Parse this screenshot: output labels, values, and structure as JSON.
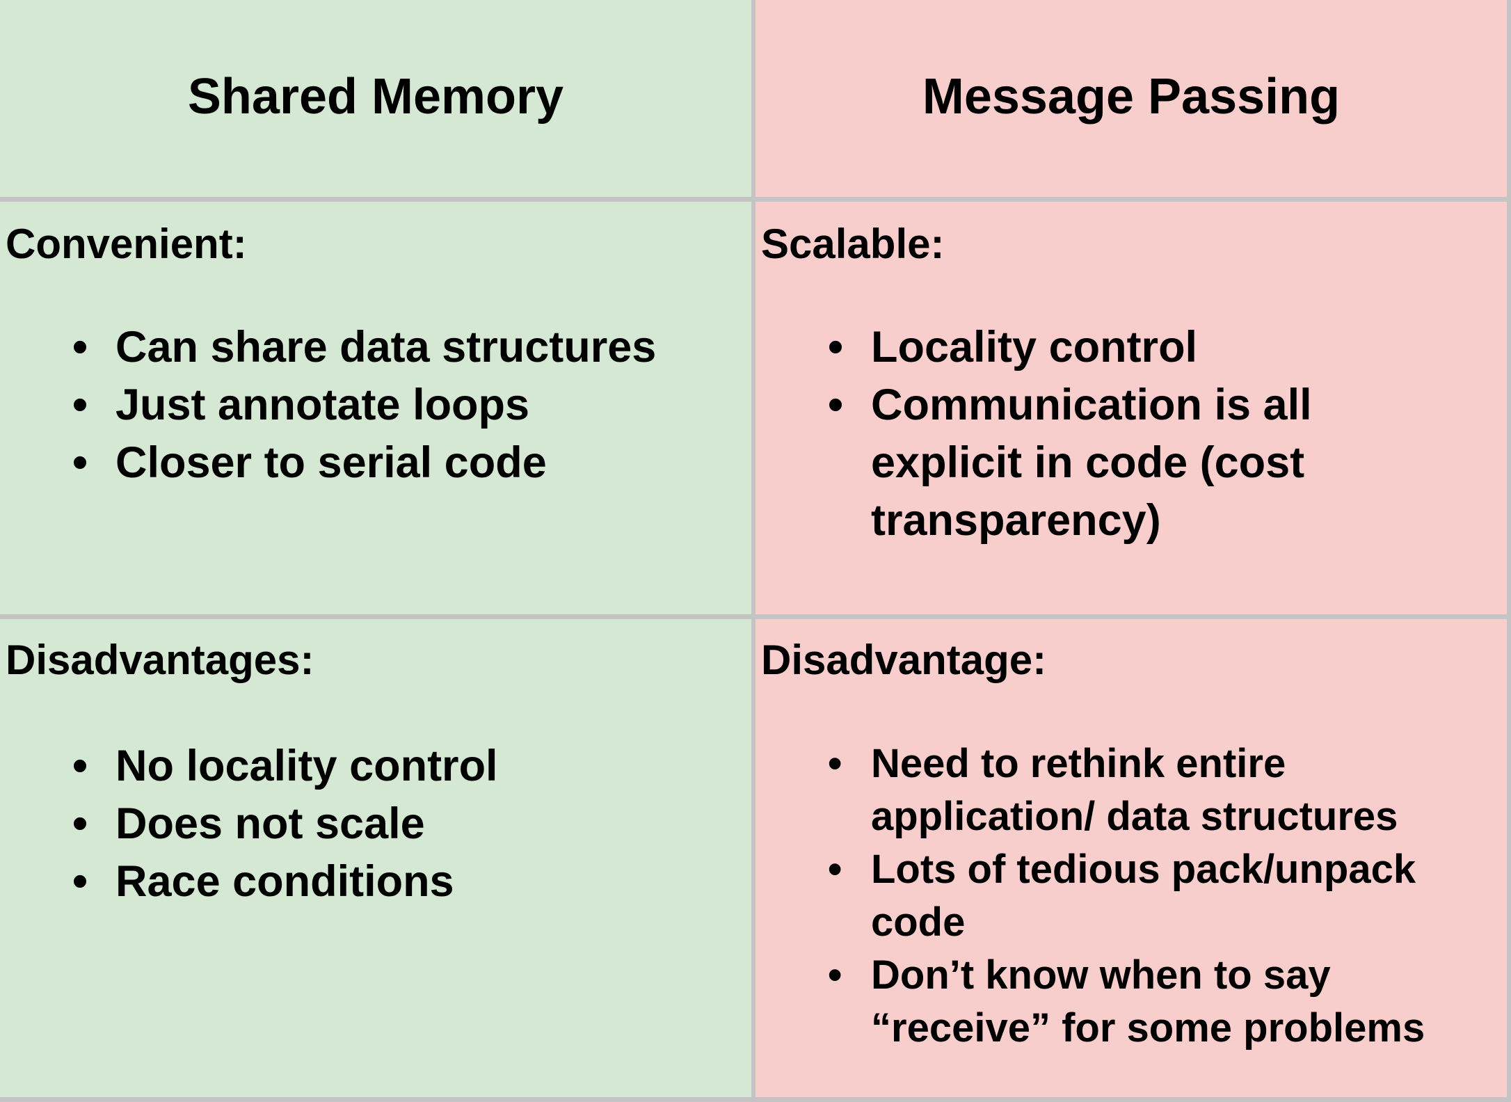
{
  "shared_memory": {
    "header": "Shared Memory",
    "advantages": {
      "label": "Convenient:",
      "bullets": [
        "Can share data structures",
        "Just annotate loops",
        "Closer to serial code"
      ]
    },
    "disadvantages": {
      "label": "Disadvantages:",
      "bullets": [
        "No locality control",
        "Does not scale",
        "Race conditions"
      ]
    }
  },
  "message_passing": {
    "header": "Message Passing",
    "advantages": {
      "label": "Scalable:",
      "bullets": [
        "Locality control",
        "Communication is all explicit in code (cost transparency)"
      ]
    },
    "disadvantages": {
      "label": "Disadvantage:",
      "bullets": [
        "Need to rethink entire application/ data structures",
        "Lots of tedious pack/unpack code",
        "Don’t know when to say “receive” for some problems"
      ]
    }
  },
  "colors": {
    "shared_memory_fill": "#d5e8d4",
    "message_passing_fill": "#f8cecc",
    "grid_line": "#c4c4c4"
  },
  "bullet_glyph": "•"
}
